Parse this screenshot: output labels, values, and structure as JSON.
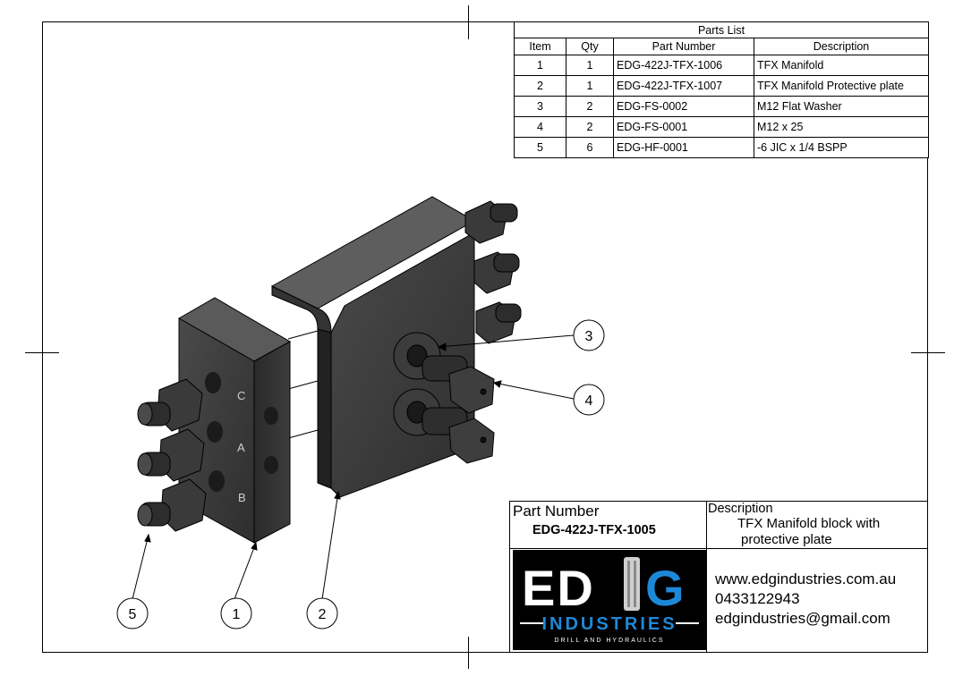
{
  "parts_list": {
    "title": "Parts List",
    "headers": [
      "Item",
      "Qty",
      "Part Number",
      "Description"
    ],
    "rows": [
      {
        "item": "1",
        "qty": "1",
        "part_number": "EDG-422J-TFX-1006",
        "description": "TFX Manifold"
      },
      {
        "item": "2",
        "qty": "1",
        "part_number": "EDG-422J-TFX-1007",
        "description": "TFX Manifold Protective plate"
      },
      {
        "item": "3",
        "qty": "2",
        "part_number": "EDG-FS-0002",
        "description": "M12 Flat Washer"
      },
      {
        "item": "4",
        "qty": "2",
        "part_number": "EDG-FS-0001",
        "description": "M12 x 25"
      },
      {
        "item": "5",
        "qty": "6",
        "part_number": "EDG-HF-0001",
        "description": "-6 JIC x 1/4 BSPP"
      }
    ]
  },
  "title_block": {
    "part_number_label": "Part Number",
    "part_number": "EDG-422J-TFX-1005",
    "description_label": "Description",
    "description_line1": "TFX Manifold block with",
    "description_line2": "protective plate",
    "website": "www.edgindustries.com.au",
    "phone": "0433122943",
    "email": "edgindustries@gmail.com"
  },
  "logo": {
    "letters_left": "ED",
    "letter_right": "G",
    "word": "INDUSTRIES",
    "tagline": "DRILL AND HYDRAULICS",
    "colors": {
      "background": "#000000",
      "white": "#ffffff",
      "blue": "#1e88d8"
    }
  },
  "port_labels": [
    "C",
    "A",
    "B"
  ],
  "balloons": [
    {
      "label": "3"
    },
    {
      "label": "4"
    },
    {
      "label": "5"
    },
    {
      "label": "1"
    },
    {
      "label": "2"
    }
  ]
}
